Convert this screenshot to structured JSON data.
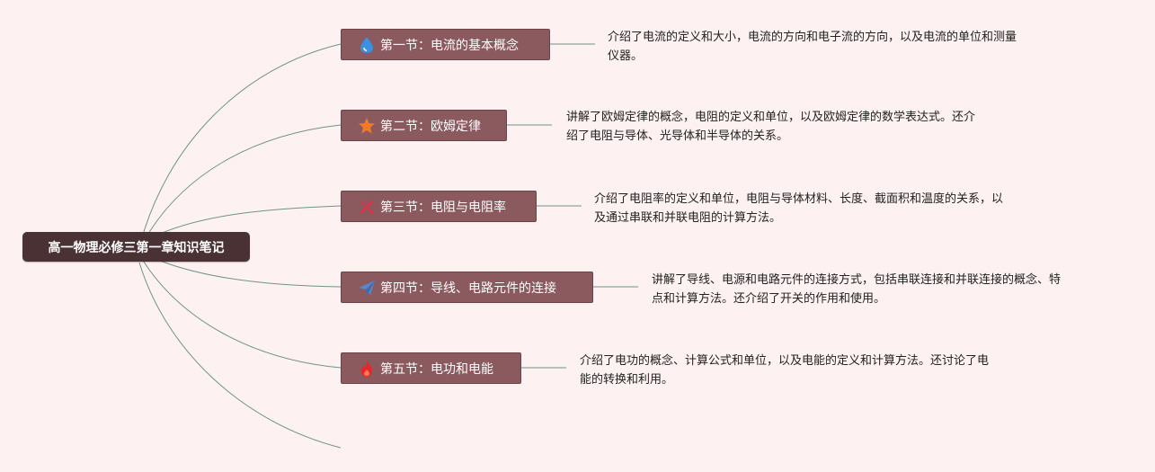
{
  "root": {
    "label": "高一物理必修三第一章知识笔记"
  },
  "colors": {
    "background": "#fdf1f1",
    "root": "#4a3234",
    "topic": "#8a5a5e",
    "connector": "#6f9488"
  },
  "topics": [
    {
      "label": "第一节：电流的基本概念",
      "icon": "water-drop-icon",
      "desc_line1": "介绍了电流的定义和大小，电流的方向和电子流的方向，以及电流的单位和测量",
      "desc_line2": "仪器。"
    },
    {
      "label": "第二节：欧姆定律",
      "icon": "star-icon",
      "desc_line1": "讲解了欧姆定律的概念，电阻的定义和单位，以及欧姆定律的数学表达式。还介",
      "desc_line2": "绍了电阻与导体、光导体和半导体的关系。"
    },
    {
      "label": "第三节：电阻与电阻率",
      "icon": "tools-icon",
      "desc_line1": "介绍了电阻率的定义和单位，电阻与导体材料、长度、截面积和温度的关系，以",
      "desc_line2": "及通过串联和并联电阻的计算方法。"
    },
    {
      "label": "第四节：导线、电路元件的连接",
      "icon": "paper-plane-icon",
      "desc_line1": "讲解了导线、电源和电路元件的连接方式，包括串联连接和并联连接的概念、特",
      "desc_line2": "点和计算方法。还介绍了开关的作用和使用。"
    },
    {
      "label": "第五节：电功和电能",
      "icon": "fire-icon",
      "desc_line1": "介绍了电功的概念、计算公式和单位，以及电能的定义和计算方法。还讨论了电",
      "desc_line2": "能的转换和利用。"
    }
  ]
}
